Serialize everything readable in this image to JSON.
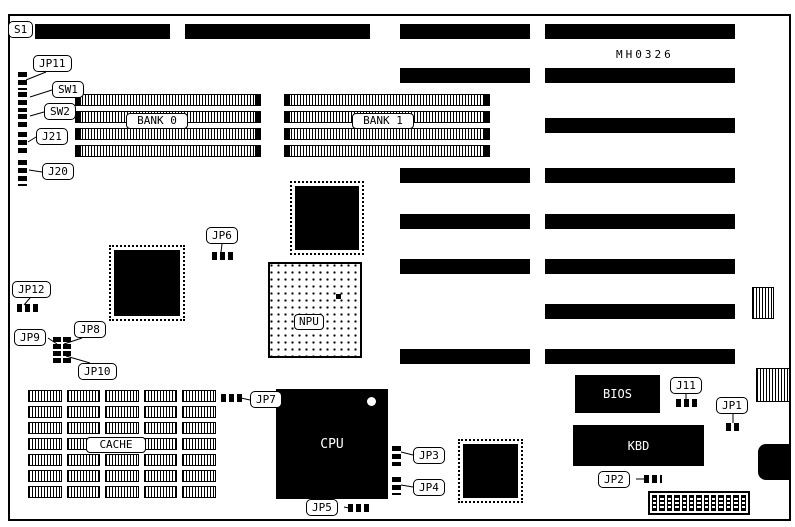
{
  "part_number": "MH0326",
  "colors": {
    "ink": "#000000",
    "background": "#ffffff"
  },
  "callouts": {
    "s1": "S1",
    "jp11": "JP11",
    "sw1": "SW1",
    "sw2": "SW2",
    "j21": "J21",
    "j20": "J20",
    "jp12": "JP12",
    "jp9": "JP9",
    "jp8": "JP8",
    "jp10": "JP10",
    "jp6": "JP6",
    "jp7": "JP7",
    "jp5": "JP5",
    "jp3": "JP3",
    "jp4": "JP4",
    "jp2": "JP2",
    "j11": "J11",
    "jp1": "JP1"
  },
  "components": {
    "bank0": "BANK 0",
    "bank1": "BANK 1",
    "npu": "NPU",
    "cpu": "CPU",
    "bios": "BIOS",
    "kbd": "KBD",
    "cache": "CACHE"
  }
}
